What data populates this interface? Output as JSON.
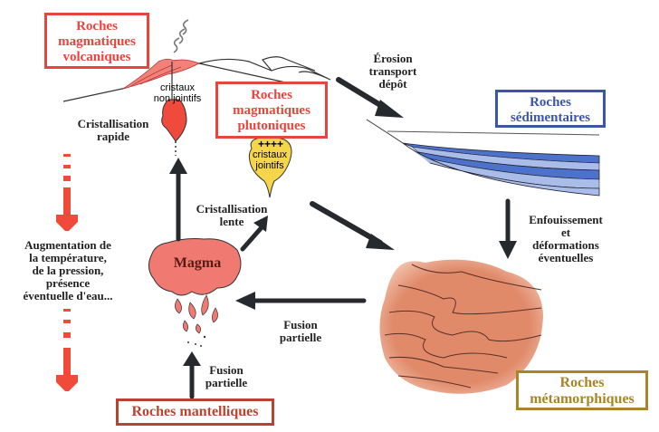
{
  "colors": {
    "volcanic": "#e8453c",
    "plutonic": "#e8453c",
    "sedimentary": "#3b56a8",
    "mantle": "#b5452f",
    "metamorphic": "#a8842a",
    "arrow": "#262a2e",
    "magma_fill": "#f07a72",
    "meta_fill": "#e08a6a",
    "sed_dark": "#4c72cc",
    "sed_light": "#a9bde8",
    "crystal_yellow": "#f5d54a",
    "dashed_arrow": "#f04b3a"
  },
  "boxes": {
    "volcanic": [
      "Roches",
      "magmatiques",
      "volcaniques"
    ],
    "plutonic": [
      "Roches",
      "magmatiques",
      "plutoniques"
    ],
    "sedimentary": [
      "Roches",
      "sédimentaires"
    ],
    "mantle": [
      "Roches mantelliques"
    ],
    "metamorphic": [
      "Roches",
      "métamorphiques"
    ]
  },
  "labels": {
    "crist_rapide": [
      "Cristallisation",
      "rapide"
    ],
    "crist_lente": [
      "Cristallisation",
      "lente"
    ],
    "erosion": [
      "Érosion",
      "transport",
      "dépôt"
    ],
    "enfouissement": [
      "Enfouissement",
      "et",
      "déformations",
      "éventuelles"
    ],
    "fusion_right": [
      "Fusion",
      "partielle"
    ],
    "fusion_bottom": [
      "Fusion",
      "partielle"
    ],
    "augmentation": [
      "Augmentation de",
      "la température,",
      "de la pression,",
      "présence",
      "éventuelle d'eau..."
    ],
    "magma": "Magma"
  },
  "annotations": {
    "non_jointifs": [
      "cristaux",
      "non jointifs"
    ],
    "plus_signs": "++++",
    "jointifs": [
      "cristaux",
      "jointifs"
    ]
  }
}
